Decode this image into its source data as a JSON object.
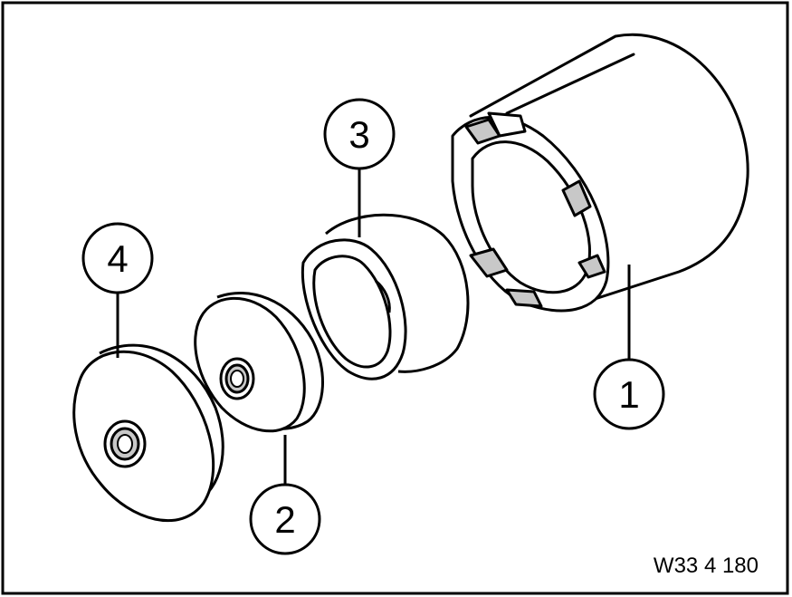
{
  "diagram": {
    "reference_code": "W33 4 180",
    "callouts": [
      {
        "id": "1",
        "label": "1",
        "part": "sleeve"
      },
      {
        "id": "2",
        "label": "2",
        "part": "disc"
      },
      {
        "id": "3",
        "label": "3",
        "part": "ring"
      },
      {
        "id": "4",
        "label": "4",
        "part": "plate"
      }
    ],
    "colors": {
      "line": "#000000",
      "background": "#ffffff",
      "shading": "#c8c8c8"
    }
  }
}
